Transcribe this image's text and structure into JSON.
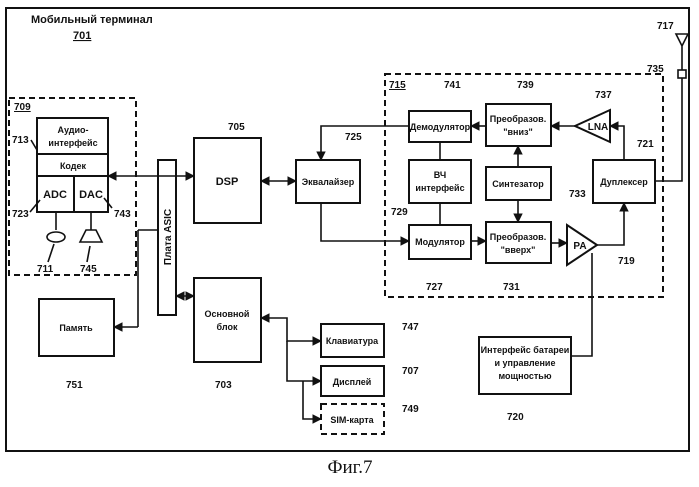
{
  "terminal": {
    "title": "Мобильный терминал",
    "ref": "701"
  },
  "audio": {
    "ref": "709",
    "interface_line1": "Аудио-",
    "interface_line2": "интерфейс",
    "interface_ref": "713",
    "codec": "Кодек",
    "adc": "ADC",
    "adc_ref": "723",
    "dac": "DAC",
    "dac_ref": "743",
    "mic_ref": "711",
    "speaker_ref": "745"
  },
  "asic": {
    "label": "Плата ASIC"
  },
  "dsp": {
    "label": "DSP",
    "ref": "705"
  },
  "main_block": {
    "line1": "Основной",
    "line2": "блок",
    "ref": "703"
  },
  "memory": {
    "label": "Память",
    "ref": "751"
  },
  "equalizer": {
    "label": "Эквалайзер",
    "ref": "725"
  },
  "rf": {
    "ref": "715",
    "demodulator": "Демодулятор",
    "demodulator_ref": "741",
    "rf_iface_line1": "ВЧ",
    "rf_iface_line2": "интерфейс",
    "rf_iface_ref": "729",
    "modulator": "Модулятор",
    "modulator_ref": "727",
    "down_line1": "Преобразов.",
    "down_line2": "\"вниз\"",
    "down_ref": "739",
    "synth": "Синтезатор",
    "synth_ref": "733",
    "up_line1": "Преобразов.",
    "up_line2": "\"вверх\"",
    "up_ref": "731",
    "lna": "LNA",
    "lna_ref": "737",
    "pa": "PA",
    "pa_ref": "719",
    "duplexer": "Дуплексер",
    "duplexer_ref": "721",
    "antenna_ref": "717",
    "line_ref": "735"
  },
  "keyboard": {
    "label": "Клавиатура",
    "ref": "747"
  },
  "display": {
    "label": "Дисплей",
    "ref": "707"
  },
  "sim": {
    "label": "SIM-карта",
    "ref": "749"
  },
  "battery": {
    "line1": "Интерфейс батареи",
    "line2": "и управление",
    "line3": "мощностью",
    "ref": "720"
  },
  "caption": "Фиг.7"
}
